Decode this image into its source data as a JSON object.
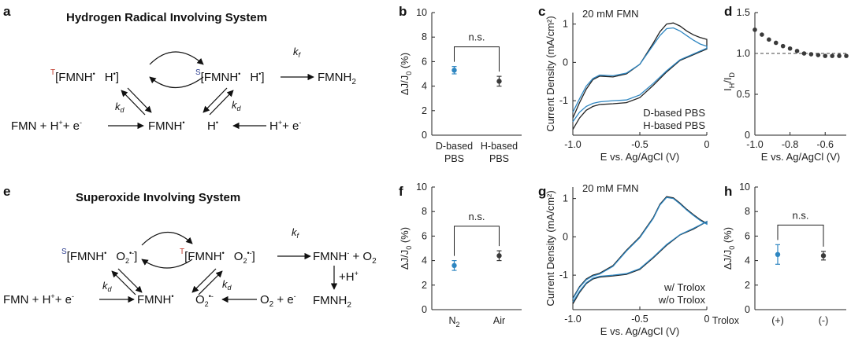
{
  "schemes": {
    "a": {
      "label": "a",
      "title": "Hydrogen Radical Involving System",
      "sp1_prefix": "T",
      "sp1_main": "[FMNH",
      "sp1_rad": "•",
      "sp1_h": "H",
      "sp1_hrad": "•",
      "sp1_close": "]",
      "sp2_prefix": "S",
      "sp2_main": "[FMNH",
      "sp2_rad": "•",
      "sp2_h": "H",
      "sp2_hrad": "•",
      "sp2_close": "]",
      "kf": "k",
      "kf_sub": "f",
      "product": "FMNH",
      "product_sub": "2",
      "kd": "k",
      "kd_sub": "d",
      "left_eq": "FMN + H",
      "left_plus": "+",
      "left_e": "+ e",
      "left_minus": "-",
      "mid": "FMNH",
      "mid_rad": "•",
      "mid2": "H",
      "mid2_rad": "•",
      "right_eq": "H",
      "right_plus": "+",
      "right_e": "+ e",
      "right_minus": "-"
    },
    "e": {
      "label": "e",
      "title": "Superoxide Involving System",
      "sp1_prefix": "S",
      "sp1_main": "[FMNH",
      "sp1_rad": "•",
      "sp1_o": "O",
      "sp1_osub": "2",
      "sp1_osup": "•-",
      "sp1_close": "]",
      "sp2_prefix": "T",
      "sp2_main": "[FMNH",
      "sp2_rad": "•",
      "sp2_o": "O",
      "sp2_osub": "2",
      "sp2_osup": "•-",
      "sp2_close": "]",
      "kf": "k",
      "kf_sub": "f",
      "product1": "FMNH",
      "product1_sup": "-",
      "product1_rest": " + O",
      "product1_sub": "2",
      "hplus": "+H",
      "hplus_sup": "+",
      "product2": "FMNH",
      "product2_sub": "2",
      "kd": "k",
      "kd_sub": "d",
      "left_eq": "FMN + H",
      "left_plus": "+",
      "left_e": "+ e",
      "left_minus": "-",
      "mid": "FMNH",
      "mid_rad": "•",
      "mid2": "O",
      "mid2_sub": "2",
      "mid2_sup": "•-",
      "right_eq": "O",
      "right_sub": "2",
      "right_e": " + e",
      "right_minus": "-"
    }
  },
  "chart_data": [
    {
      "panel": "b",
      "type": "scatter",
      "ylabel_main": "ΔJ/J",
      "ylabel_sub": "0",
      "ylabel_unit": " (%)",
      "ylim": [
        0,
        10
      ],
      "yticks": [
        0,
        2,
        4,
        6,
        8,
        10
      ],
      "categories": [
        [
          "D-based",
          "PBS"
        ],
        [
          "H-based",
          "PBS"
        ]
      ],
      "values": [
        5.3,
        4.4
      ],
      "errors": [
        0.3,
        0.4
      ],
      "colors": [
        "#2e86c1",
        "#3a3a3a"
      ],
      "annotation": "n.s."
    },
    {
      "panel": "c",
      "type": "line",
      "title": "20 mM FMN",
      "xlabel": "E vs. Ag/AgCl (V)",
      "ylabel": "Current Density (mA/cm²)",
      "xlim": [
        -1.0,
        0
      ],
      "ylim": [
        -1.9,
        1.3
      ],
      "xticks": [
        -1.0,
        -0.5,
        0
      ],
      "xticklabels": [
        "-1.0",
        "-0.5",
        "0"
      ],
      "yticks": [
        -1,
        0,
        1
      ],
      "yticklabels": [
        "-1",
        "0",
        "1"
      ],
      "legend": [
        "D-based PBS",
        "H-based PBS"
      ],
      "series": [
        {
          "name": "H-based PBS",
          "color": "#222222",
          "forward": [
            [
              -1.0,
              -1.75
            ],
            [
              -0.95,
              -1.45
            ],
            [
              -0.9,
              -1.25
            ],
            [
              -0.85,
              -1.15
            ],
            [
              -0.8,
              -1.1
            ],
            [
              -0.7,
              -1.08
            ],
            [
              -0.6,
              -1.05
            ],
            [
              -0.5,
              -0.92
            ],
            [
              -0.4,
              -0.6
            ],
            [
              -0.3,
              -0.25
            ],
            [
              -0.2,
              0.05
            ],
            [
              -0.1,
              0.2
            ],
            [
              0.0,
              0.35
            ]
          ],
          "reverse": [
            [
              0.0,
              0.6
            ],
            [
              -0.05,
              0.65
            ],
            [
              -0.1,
              0.72
            ],
            [
              -0.15,
              0.82
            ],
            [
              -0.2,
              0.95
            ],
            [
              -0.25,
              1.03
            ],
            [
              -0.3,
              1.0
            ],
            [
              -0.35,
              0.8
            ],
            [
              -0.4,
              0.5
            ],
            [
              -0.5,
              -0.05
            ],
            [
              -0.6,
              -0.3
            ],
            [
              -0.7,
              -0.38
            ],
            [
              -0.8,
              -0.36
            ],
            [
              -0.85,
              -0.45
            ],
            [
              -0.9,
              -0.7
            ],
            [
              -0.95,
              -1.05
            ],
            [
              -1.0,
              -1.45
            ]
          ]
        },
        {
          "name": "D-based PBS",
          "color": "#2e86c1",
          "forward": [
            [
              -1.0,
              -1.55
            ],
            [
              -0.95,
              -1.3
            ],
            [
              -0.9,
              -1.15
            ],
            [
              -0.85,
              -1.07
            ],
            [
              -0.8,
              -1.03
            ],
            [
              -0.7,
              -1.0
            ],
            [
              -0.6,
              -0.98
            ],
            [
              -0.5,
              -0.85
            ],
            [
              -0.4,
              -0.55
            ],
            [
              -0.3,
              -0.22
            ],
            [
              -0.2,
              0.07
            ],
            [
              -0.1,
              0.22
            ],
            [
              0.0,
              0.37
            ]
          ],
          "reverse": [
            [
              0.0,
              0.42
            ],
            [
              -0.05,
              0.48
            ],
            [
              -0.1,
              0.58
            ],
            [
              -0.15,
              0.7
            ],
            [
              -0.2,
              0.82
            ],
            [
              -0.25,
              0.9
            ],
            [
              -0.3,
              0.88
            ],
            [
              -0.35,
              0.7
            ],
            [
              -0.4,
              0.45
            ],
            [
              -0.5,
              -0.05
            ],
            [
              -0.6,
              -0.28
            ],
            [
              -0.7,
              -0.35
            ],
            [
              -0.8,
              -0.33
            ],
            [
              -0.85,
              -0.42
            ],
            [
              -0.9,
              -0.62
            ],
            [
              -0.95,
              -0.95
            ],
            [
              -1.0,
              -1.3
            ]
          ]
        }
      ]
    },
    {
      "panel": "d",
      "type": "scatter",
      "xlabel": "E vs. Ag/AgCl (V)",
      "ylabel_main": "I",
      "ylabel_sub1": "H",
      "ylabel_mid": "/I",
      "ylabel_sub2": "D",
      "xlim": [
        -1.0,
        -0.48
      ],
      "ylim": [
        0,
        1.5
      ],
      "xticks": [
        -1.0,
        -0.8,
        -0.6
      ],
      "xticklabels": [
        "-1.0",
        "-0.8",
        "-0.6"
      ],
      "yticks": [
        0,
        0.5,
        1.0,
        1.5
      ],
      "yticklabels": [
        "0",
        "0.5",
        "1.0",
        "1.5"
      ],
      "reference_line": 1.0,
      "x": [
        -1.0,
        -0.96,
        -0.92,
        -0.88,
        -0.84,
        -0.8,
        -0.76,
        -0.72,
        -0.68,
        -0.64,
        -0.6,
        -0.56,
        -0.52,
        -0.48
      ],
      "y": [
        1.29,
        1.23,
        1.17,
        1.13,
        1.09,
        1.06,
        1.03,
        1.0,
        0.99,
        0.98,
        0.97,
        0.97,
        0.97,
        0.97
      ],
      "color": "#3a3a3a"
    },
    {
      "panel": "f",
      "type": "scatter",
      "ylabel_main": "ΔJ/J",
      "ylabel_sub": "0",
      "ylabel_unit": " (%)",
      "ylim": [
        0,
        10
      ],
      "yticks": [
        0,
        2,
        4,
        6,
        8,
        10
      ],
      "categories": [
        [
          "N",
          "2"
        ],
        [
          "Air",
          ""
        ]
      ],
      "values": [
        3.6,
        4.4
      ],
      "errors": [
        0.4,
        0.4
      ],
      "colors": [
        "#2e86c1",
        "#3a3a3a"
      ],
      "annotation": "n.s."
    },
    {
      "panel": "g",
      "type": "line",
      "title": "20 mM FMN",
      "xlabel": "E vs. Ag/AgCl (V)",
      "ylabel": "Current Density (mA/cm²)",
      "xlim": [
        -1.0,
        0
      ],
      "ylim": [
        -1.9,
        1.3
      ],
      "xticks": [
        -1.0,
        -0.5,
        0
      ],
      "xticklabels": [
        "-1.0",
        "-0.5",
        "0"
      ],
      "yticks": [
        -1,
        0,
        1
      ],
      "yticklabels": [
        "-1",
        "0",
        "1"
      ],
      "legend": [
        "w/   Trolox",
        "w/o Trolox"
      ],
      "series": [
        {
          "name": "w/o Trolox",
          "color": "#222222",
          "forward": [
            [
              -1.0,
              -1.75
            ],
            [
              -0.95,
              -1.45
            ],
            [
              -0.9,
              -1.22
            ],
            [
              -0.85,
              -1.1
            ],
            [
              -0.8,
              -1.05
            ],
            [
              -0.7,
              -1.02
            ],
            [
              -0.6,
              -0.98
            ],
            [
              -0.5,
              -0.85
            ],
            [
              -0.4,
              -0.55
            ],
            [
              -0.3,
              -0.22
            ],
            [
              -0.2,
              0.05
            ],
            [
              -0.1,
              0.2
            ],
            [
              0.0,
              0.4
            ]
          ],
          "reverse": [
            [
              0.0,
              0.35
            ],
            [
              -0.05,
              0.45
            ],
            [
              -0.1,
              0.58
            ],
            [
              -0.15,
              0.72
            ],
            [
              -0.2,
              0.88
            ],
            [
              -0.25,
              1.02
            ],
            [
              -0.3,
              1.05
            ],
            [
              -0.35,
              0.85
            ],
            [
              -0.4,
              0.5
            ],
            [
              -0.5,
              0.0
            ],
            [
              -0.6,
              -0.35
            ],
            [
              -0.7,
              -0.75
            ],
            [
              -0.8,
              -0.95
            ],
            [
              -0.85,
              -1.0
            ],
            [
              -0.9,
              -1.1
            ],
            [
              -0.95,
              -1.3
            ],
            [
              -1.0,
              -1.6
            ]
          ]
        },
        {
          "name": "w/   Trolox",
          "color": "#2e86c1",
          "forward": [
            [
              -1.0,
              -1.7
            ],
            [
              -0.95,
              -1.42
            ],
            [
              -0.9,
              -1.2
            ],
            [
              -0.85,
              -1.08
            ],
            [
              -0.8,
              -1.03
            ],
            [
              -0.7,
              -1.0
            ],
            [
              -0.6,
              -0.96
            ],
            [
              -0.5,
              -0.83
            ],
            [
              -0.4,
              -0.53
            ],
            [
              -0.3,
              -0.2
            ],
            [
              -0.2,
              0.06
            ],
            [
              -0.1,
              0.22
            ],
            [
              0.0,
              0.4
            ]
          ],
          "reverse": [
            [
              0.0,
              0.33
            ],
            [
              -0.05,
              0.43
            ],
            [
              -0.1,
              0.56
            ],
            [
              -0.15,
              0.7
            ],
            [
              -0.2,
              0.86
            ],
            [
              -0.25,
              1.0
            ],
            [
              -0.3,
              1.03
            ],
            [
              -0.35,
              0.83
            ],
            [
              -0.4,
              0.48
            ],
            [
              -0.5,
              -0.02
            ],
            [
              -0.6,
              -0.37
            ],
            [
              -0.7,
              -0.77
            ],
            [
              -0.8,
              -0.97
            ],
            [
              -0.85,
              -1.02
            ],
            [
              -0.9,
              -1.12
            ],
            [
              -0.95,
              -1.32
            ],
            [
              -1.0,
              -1.62
            ]
          ]
        }
      ]
    },
    {
      "panel": "h",
      "type": "scatter",
      "ylabel_main": "ΔJ/J",
      "ylabel_sub": "0",
      "ylabel_unit": " (%)",
      "xlabel_left": "Trolox",
      "ylim": [
        0,
        10
      ],
      "yticks": [
        0,
        2,
        4,
        6,
        8,
        10
      ],
      "categories": [
        [
          "(+)",
          ""
        ],
        [
          "(-)",
          ""
        ]
      ],
      "values": [
        4.5,
        4.4
      ],
      "errors": [
        0.8,
        0.35
      ],
      "colors": [
        "#2e86c1",
        "#3a3a3a"
      ],
      "annotation": "n.s."
    }
  ]
}
